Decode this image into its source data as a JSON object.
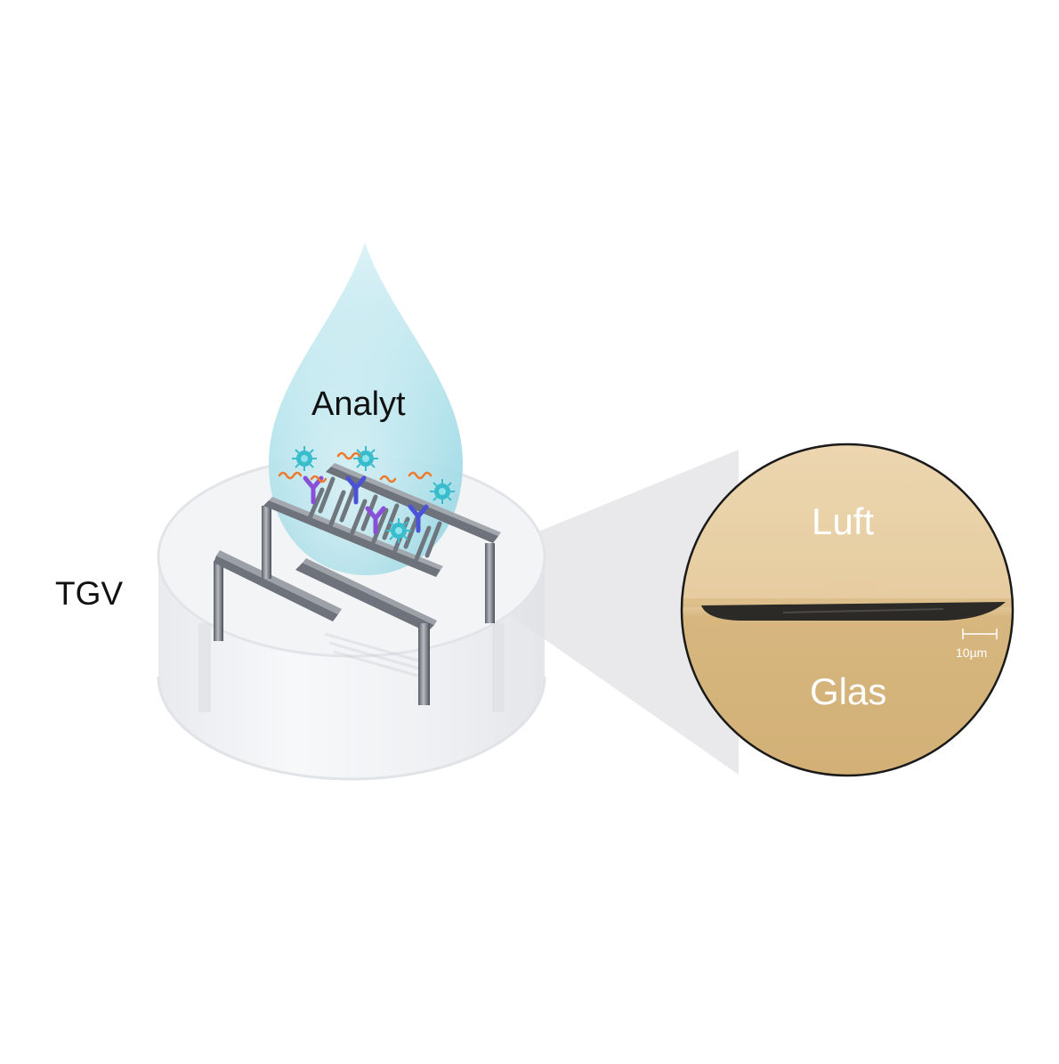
{
  "labels": {
    "substrate": "TGV",
    "droplet": "Analyt",
    "air": "Luft",
    "glass": "Glas",
    "scale_bar": "10µm"
  },
  "colors": {
    "droplet": "#9fdbe6",
    "electrode": "#6e737b",
    "cylinder": "#e9ecf0",
    "micrograph_top": "#ecd5ad",
    "micrograph_bottom": "#d6b47c",
    "antibody_purple": "#8a4fd8",
    "antibody_blue": "#4a53d6",
    "target_cyan": "#35b9c8",
    "strand_orange": "#f07a2c"
  },
  "icons": [
    "droplet-icon",
    "antibody-icon",
    "virus-particle-icon",
    "strand-molecule-icon",
    "interdigitated-electrode-icon",
    "magnifier-circle-icon"
  ]
}
